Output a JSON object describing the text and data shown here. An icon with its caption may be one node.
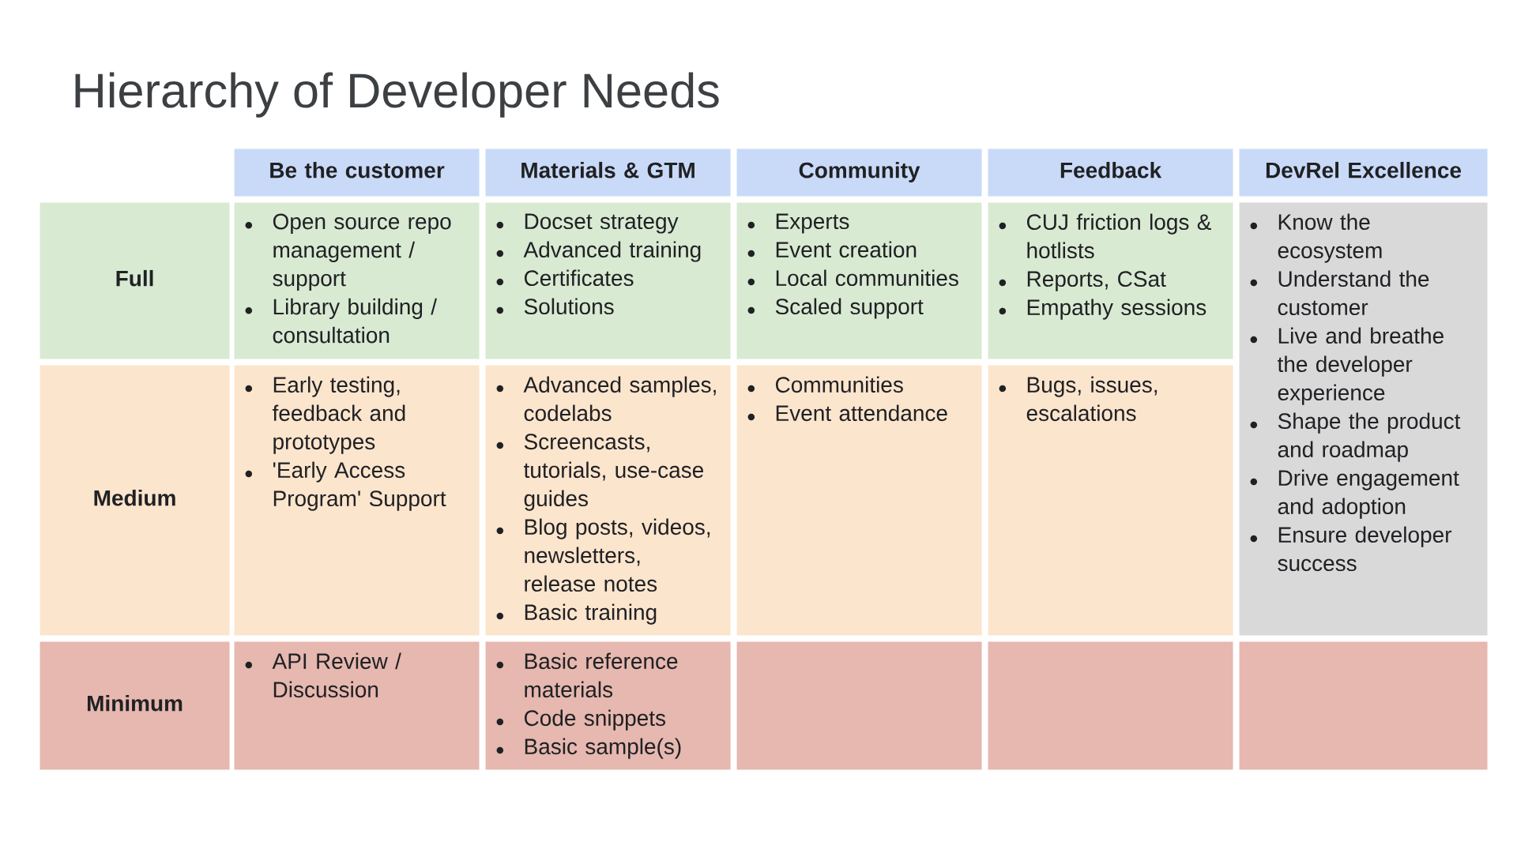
{
  "diagram": {
    "title": "Hierarchy of Developer Needs",
    "nodes": [
      {
        "text": [
          "Be the customer"
        ]
      },
      {
        "text": [
          "Materials & GTM"
        ]
      },
      {
        "text": [
          "Community"
        ]
      },
      {
        "text": [
          "Feedback"
        ]
      },
      {
        "text": [
          "DevRel Excellence"
        ]
      },
      {
        "text": [
          "Full"
        ]
      },
      {
        "text": [
          "Open source repo management / support",
          "Library building / consultation"
        ]
      },
      {
        "text": [
          "Docset strategy",
          "Advanced training",
          "Certificates",
          "Solutions"
        ]
      },
      {
        "text": [
          "Experts",
          "Event creation",
          "Local communities",
          "Scaled support"
        ]
      },
      {
        "text": [
          "CUJ friction logs & hotlists",
          "Reports, CSat",
          "Empathy sessions"
        ]
      },
      {
        "text": [
          "Know the ecosystem",
          "Understand the customer",
          "Live and breathe the developer experience",
          "Shape the product and roadmap",
          "Drive engagement and adoption",
          "Ensure developer success"
        ]
      },
      {
        "text": [
          "Medium"
        ]
      },
      {
        "text": [
          "Early testing, feedback and prototypes",
          "'Early Access Program' Support"
        ]
      },
      {
        "text": [
          "Advanced samples, codelabs",
          "Screencasts, tutorials, use-case guides",
          "Blog posts, videos, newsletters, release notes",
          "Basic training"
        ]
      },
      {
        "text": [
          "Communities",
          "Event attendance"
        ]
      },
      {
        "text": [
          "Bugs, issues, escalations"
        ]
      },
      {
        "text": [
          "Minimum"
        ]
      },
      {
        "text": [
          "API Review / Discussion"
        ]
      },
      {
        "text": [
          "Basic reference materials",
          "Code snippets",
          "Basic sample(s)"
        ]
      },
      {
        "text": [],
        "shape": "box"
      },
      {
        "text": [],
        "shape": "box"
      },
      {
        "text": [],
        "shape": "box"
      }
    ]
  }
}
